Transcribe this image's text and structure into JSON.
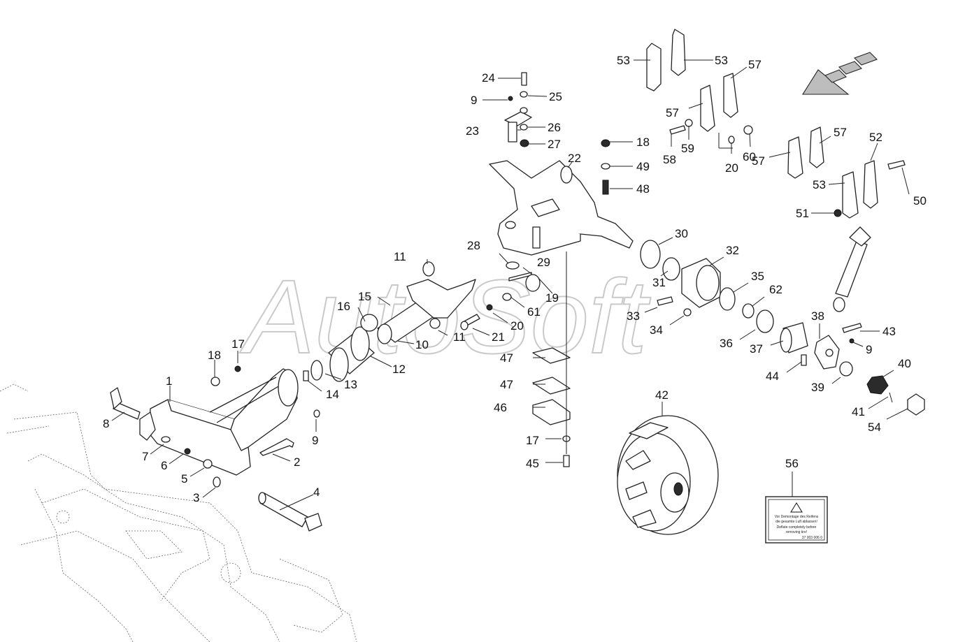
{
  "watermark": "AutoSoft",
  "decal": {
    "line1": "Vor Demontage des Reifens",
    "line2": "die gesamte Luft ablassen!",
    "line3": "Deflate completely before",
    "line4": "removing tire!",
    "code": "37 003 006 0"
  },
  "callouts": [
    {
      "id": "c1",
      "label": "1"
    },
    {
      "id": "c2",
      "label": "2"
    },
    {
      "id": "c3",
      "label": "3"
    },
    {
      "id": "c4",
      "label": "4"
    },
    {
      "id": "c5",
      "label": "5"
    },
    {
      "id": "c6",
      "label": "6"
    },
    {
      "id": "c7",
      "label": "7"
    },
    {
      "id": "c8",
      "label": "8"
    },
    {
      "id": "c9a",
      "label": "9"
    },
    {
      "id": "c9b",
      "label": "9"
    },
    {
      "id": "c9c",
      "label": "9"
    },
    {
      "id": "c10",
      "label": "10"
    },
    {
      "id": "c11a",
      "label": "11"
    },
    {
      "id": "c11b",
      "label": "11"
    },
    {
      "id": "c12",
      "label": "12"
    },
    {
      "id": "c13",
      "label": "13"
    },
    {
      "id": "c14",
      "label": "14"
    },
    {
      "id": "c15",
      "label": "15"
    },
    {
      "id": "c16",
      "label": "16"
    },
    {
      "id": "c17a",
      "label": "17"
    },
    {
      "id": "c17b",
      "label": "17"
    },
    {
      "id": "c18a",
      "label": "18"
    },
    {
      "id": "c18b",
      "label": "18"
    },
    {
      "id": "c19",
      "label": "19"
    },
    {
      "id": "c20a",
      "label": "20"
    },
    {
      "id": "c20b",
      "label": "20"
    },
    {
      "id": "c21",
      "label": "21"
    },
    {
      "id": "c22",
      "label": "22"
    },
    {
      "id": "c23",
      "label": "23"
    },
    {
      "id": "c24",
      "label": "24"
    },
    {
      "id": "c25",
      "label": "25"
    },
    {
      "id": "c26",
      "label": "26"
    },
    {
      "id": "c27",
      "label": "27"
    },
    {
      "id": "c28",
      "label": "28"
    },
    {
      "id": "c29",
      "label": "29"
    },
    {
      "id": "c30",
      "label": "30"
    },
    {
      "id": "c31",
      "label": "31"
    },
    {
      "id": "c32",
      "label": "32"
    },
    {
      "id": "c33",
      "label": "33"
    },
    {
      "id": "c34",
      "label": "34"
    },
    {
      "id": "c35",
      "label": "35"
    },
    {
      "id": "c36",
      "label": "36"
    },
    {
      "id": "c37",
      "label": "37"
    },
    {
      "id": "c38",
      "label": "38"
    },
    {
      "id": "c39",
      "label": "39"
    },
    {
      "id": "c40",
      "label": "40"
    },
    {
      "id": "c41",
      "label": "41"
    },
    {
      "id": "c42",
      "label": "42"
    },
    {
      "id": "c43",
      "label": "43"
    },
    {
      "id": "c44",
      "label": "44"
    },
    {
      "id": "c45",
      "label": "45"
    },
    {
      "id": "c46",
      "label": "46"
    },
    {
      "id": "c47a",
      "label": "47"
    },
    {
      "id": "c47b",
      "label": "47"
    },
    {
      "id": "c48",
      "label": "48"
    },
    {
      "id": "c49",
      "label": "49"
    },
    {
      "id": "c50",
      "label": "50"
    },
    {
      "id": "c51",
      "label": "51"
    },
    {
      "id": "c52",
      "label": "52"
    },
    {
      "id": "c53a",
      "label": "53"
    },
    {
      "id": "c53b",
      "label": "53"
    },
    {
      "id": "c53c",
      "label": "53"
    },
    {
      "id": "c54",
      "label": "54"
    },
    {
      "id": "c56",
      "label": "56"
    },
    {
      "id": "c57a",
      "label": "57"
    },
    {
      "id": "c57b",
      "label": "57"
    },
    {
      "id": "c57c",
      "label": "57"
    },
    {
      "id": "c57d",
      "label": "57"
    },
    {
      "id": "c58",
      "label": "58"
    },
    {
      "id": "c59",
      "label": "59"
    },
    {
      "id": "c60",
      "label": "60"
    },
    {
      "id": "c61",
      "label": "61"
    },
    {
      "id": "c62",
      "label": "62"
    }
  ]
}
